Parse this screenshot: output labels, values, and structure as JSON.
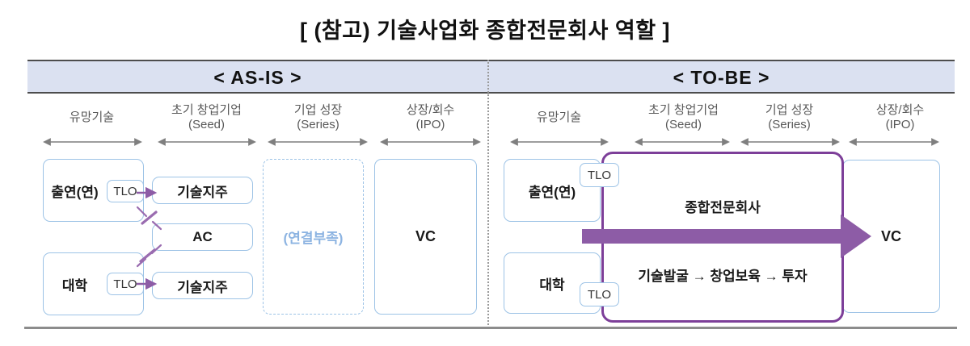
{
  "title": "[ (참고) 기술사업화 종합전문회사 역할 ]",
  "colors": {
    "band_bg": "#dbe1f1",
    "box_border": "#9dc3e6",
    "purple_arrow": "#8d5ca6",
    "purple_border": "#7d3f99",
    "missing_link_text": "#8db4e2",
    "column_text": "#595959"
  },
  "as_is": {
    "header": "< AS-IS >",
    "columns": [
      {
        "label": "유망기술",
        "sub": ""
      },
      {
        "label": "초기 창업기업",
        "sub": "(Seed)"
      },
      {
        "label": "기업 성장",
        "sub": "(Series)"
      },
      {
        "label": "상장/회수",
        "sub": "(IPO)"
      }
    ],
    "nodes": {
      "research_institute": "출연(연)",
      "tlo_top": "TLO",
      "tech_holding_top": "기술지주",
      "accelerator": "AC",
      "university": "대학",
      "tlo_bottom": "TLO",
      "tech_holding_bottom": "기술지주",
      "missing_link": "(연결부족)",
      "vc": "VC"
    }
  },
  "to_be": {
    "header": "< TO-BE >",
    "columns": [
      {
        "label": "유망기술",
        "sub": ""
      },
      {
        "label": "초기 창업기업",
        "sub": "(Seed)"
      },
      {
        "label": "기업 성장",
        "sub": "(Series)"
      },
      {
        "label": "상장/회수",
        "sub": "(IPO)"
      }
    ],
    "nodes": {
      "research_institute": "출연(연)",
      "tlo_top": "TLO",
      "university": "대학",
      "tlo_bottom": "TLO",
      "company": "종합전문회사",
      "process": "기술발굴 → 창업보육 → 투자",
      "vc": "VC"
    }
  }
}
